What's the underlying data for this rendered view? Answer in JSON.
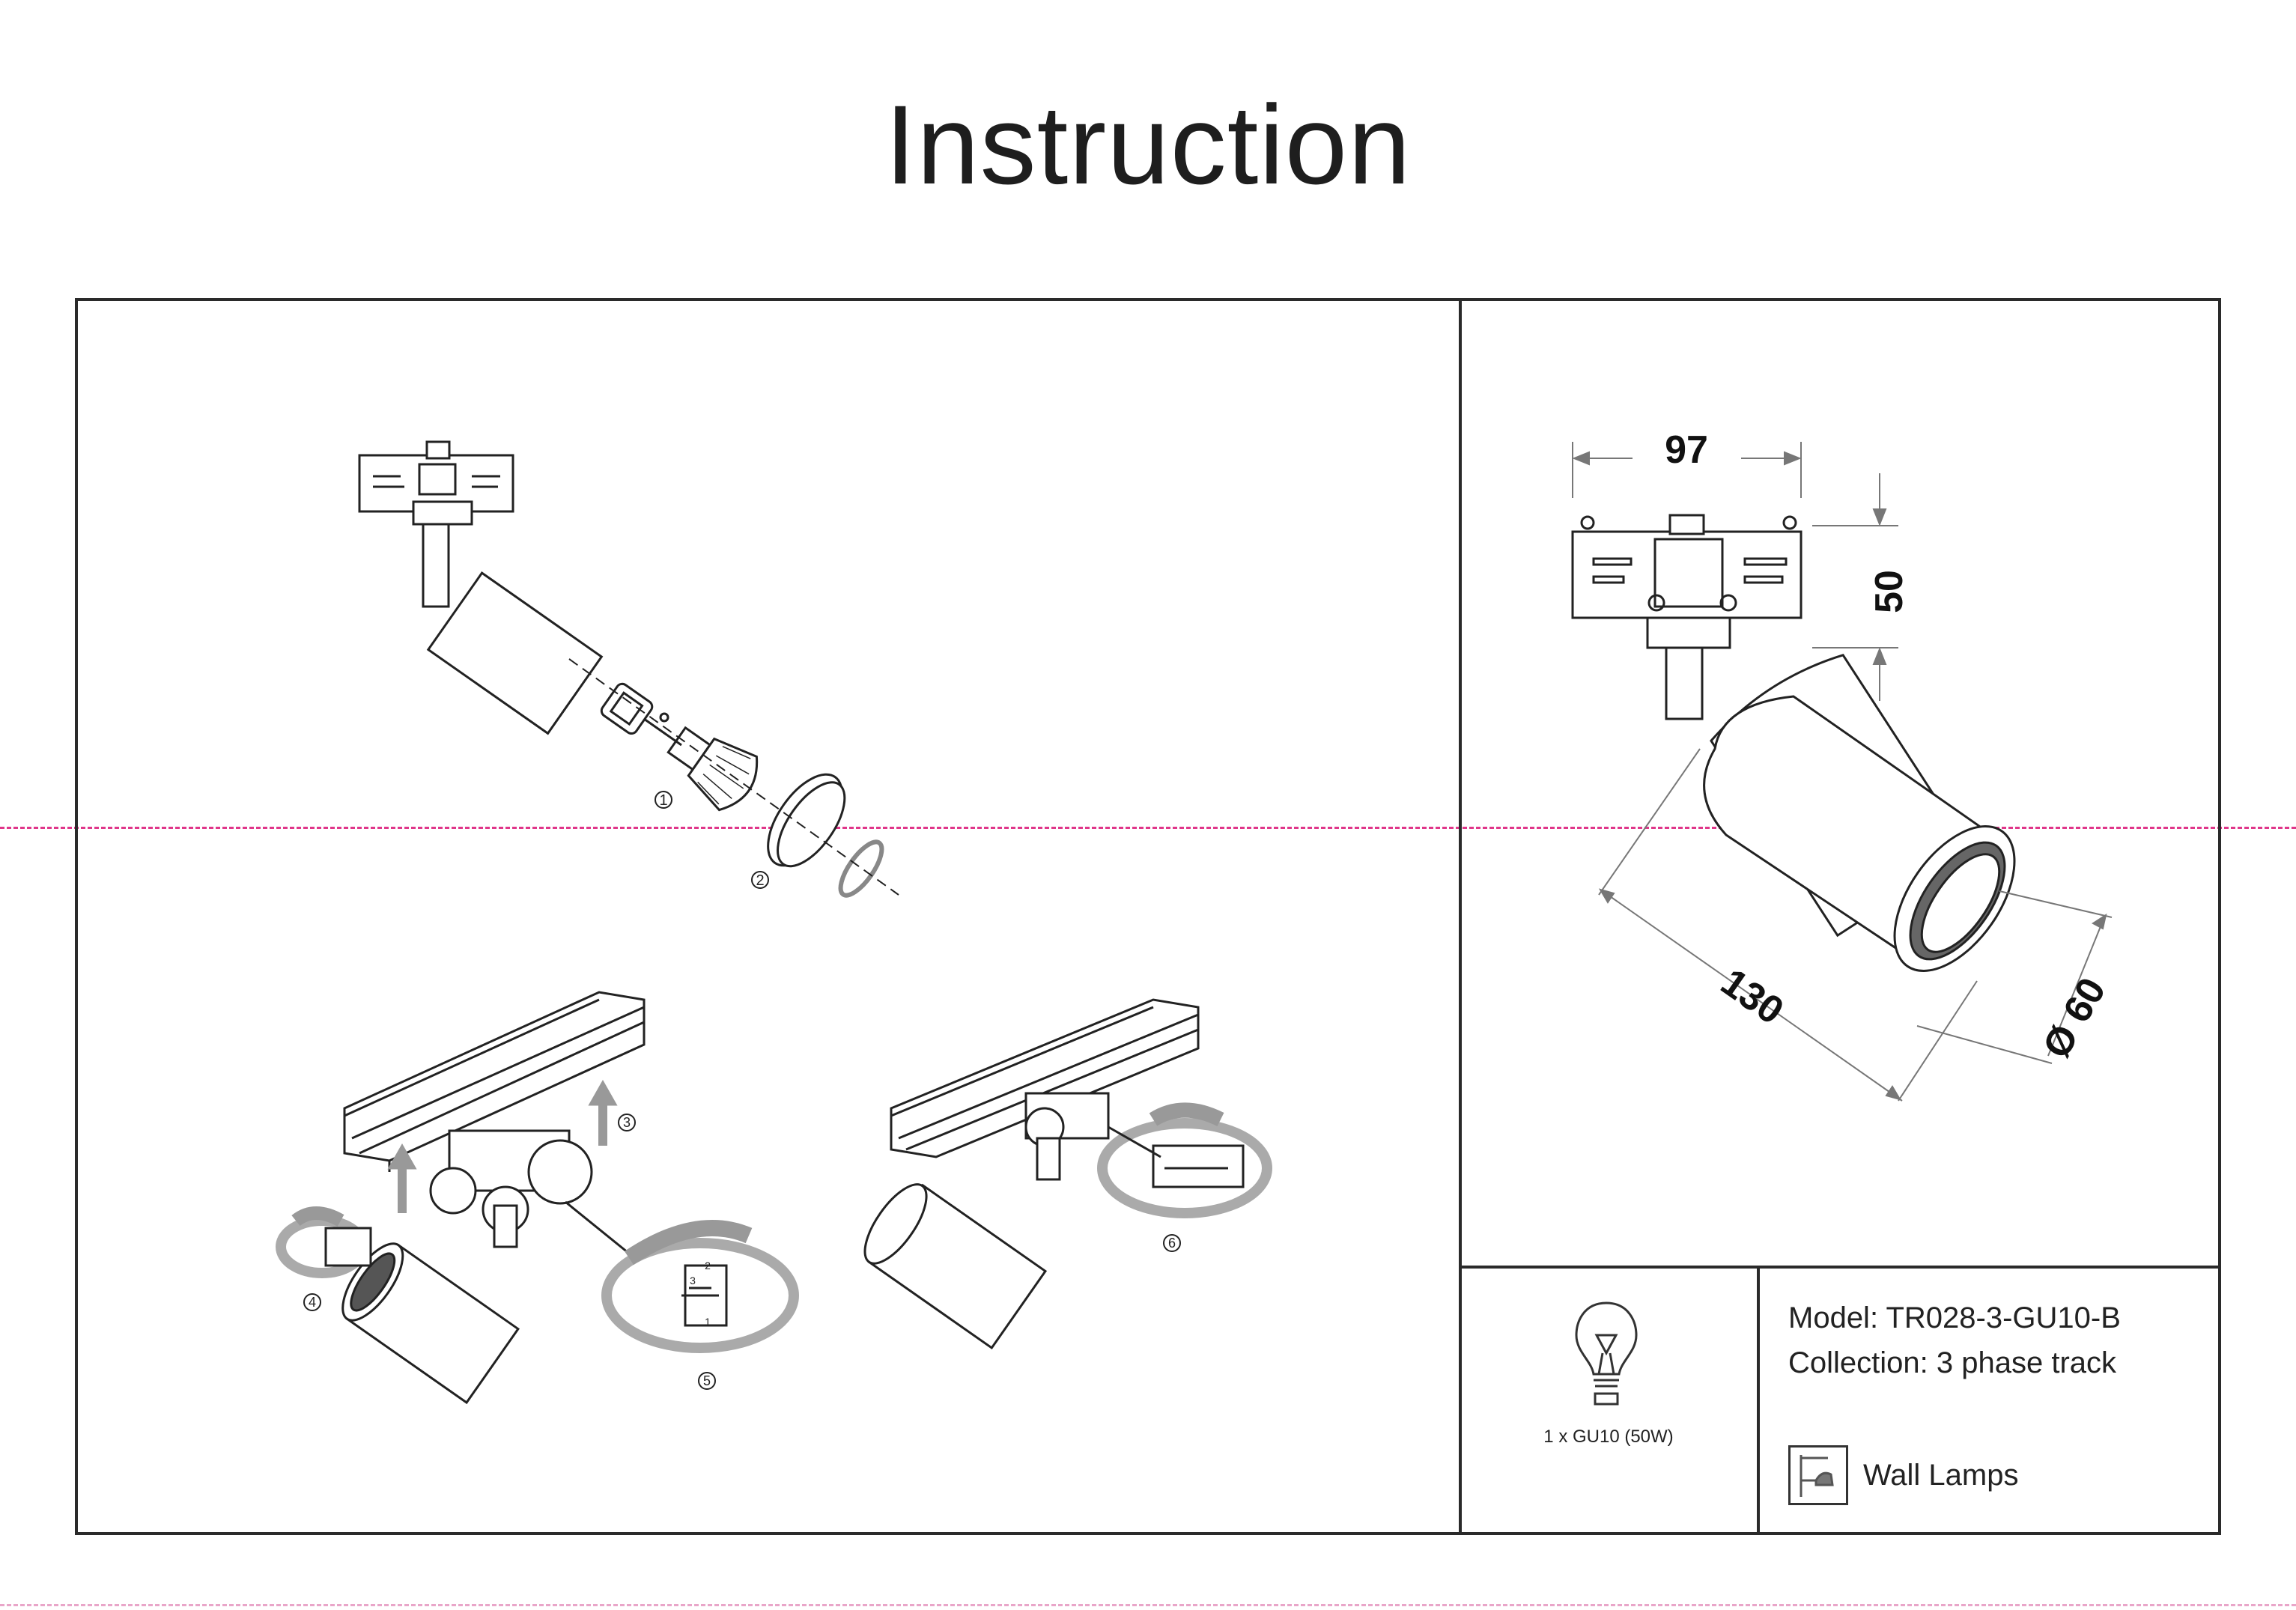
{
  "title": "Instruction",
  "dimensions": {
    "width": "97",
    "height": "50",
    "length": "130",
    "diameter": "Ø 60"
  },
  "steps": [
    "1",
    "2",
    "3",
    "4",
    "5",
    "6"
  ],
  "connector_labels": [
    "3",
    "2",
    "1"
  ],
  "bulb": {
    "icon": "bulb-icon",
    "spec": "1 x GU10 (50W)"
  },
  "product": {
    "model": "Model: TR028-3-GU10-B",
    "collection": "Collection: 3 phase track",
    "category": "Wall Lamps",
    "category_icon": "wall-lamp-icon"
  },
  "colors": {
    "line": "#2a2a2a",
    "guide": "#e0368a",
    "arrow": "#999999"
  }
}
